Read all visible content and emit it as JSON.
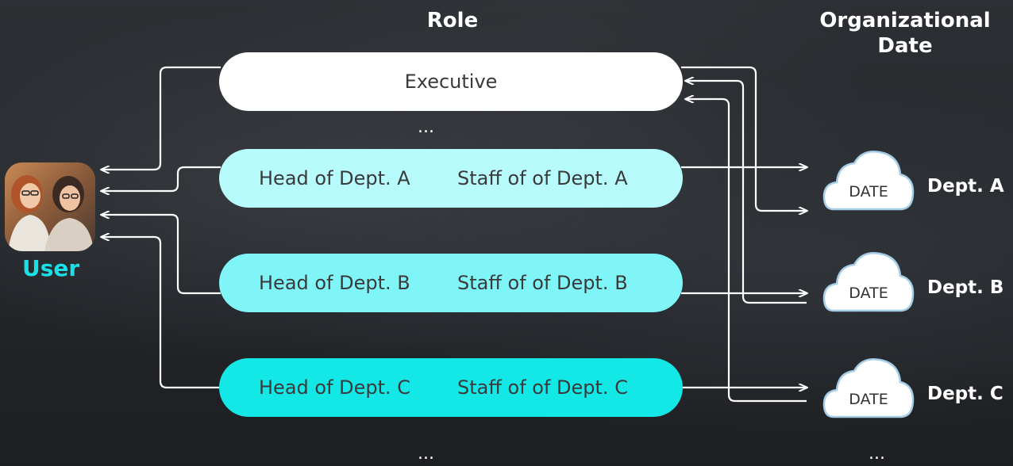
{
  "headings": {
    "role": "Role",
    "org_line1": "Organizational",
    "org_line2": "Date"
  },
  "user": {
    "label": "User"
  },
  "roles": [
    {
      "id": "executive",
      "label": "Executive",
      "color": "#ffffff"
    },
    {
      "id": "dept-a",
      "head": "Head of Dept. A",
      "staff": "Staff of of Dept. A",
      "color": "#b8fbfd"
    },
    {
      "id": "dept-b",
      "head": "Head of Dept. B",
      "staff": "Staff of of Dept. B",
      "color": "#7ff5f8"
    },
    {
      "id": "dept-c",
      "head": "Head of Dept. C",
      "staff": "Staff of of Dept. C",
      "color": "#14e8e6"
    }
  ],
  "ellipsis": "...",
  "depts": [
    {
      "cloud_text": "DATE",
      "label": "Dept. A"
    },
    {
      "cloud_text": "DATE",
      "label": "Dept. B"
    },
    {
      "cloud_text": "DATE",
      "label": "Dept. C"
    }
  ],
  "colors": {
    "accent_cyan": "#19e0e6",
    "line": "#ffffff"
  },
  "icons": {
    "user": "user-photo-icon",
    "cloud": "cloud-icon"
  }
}
